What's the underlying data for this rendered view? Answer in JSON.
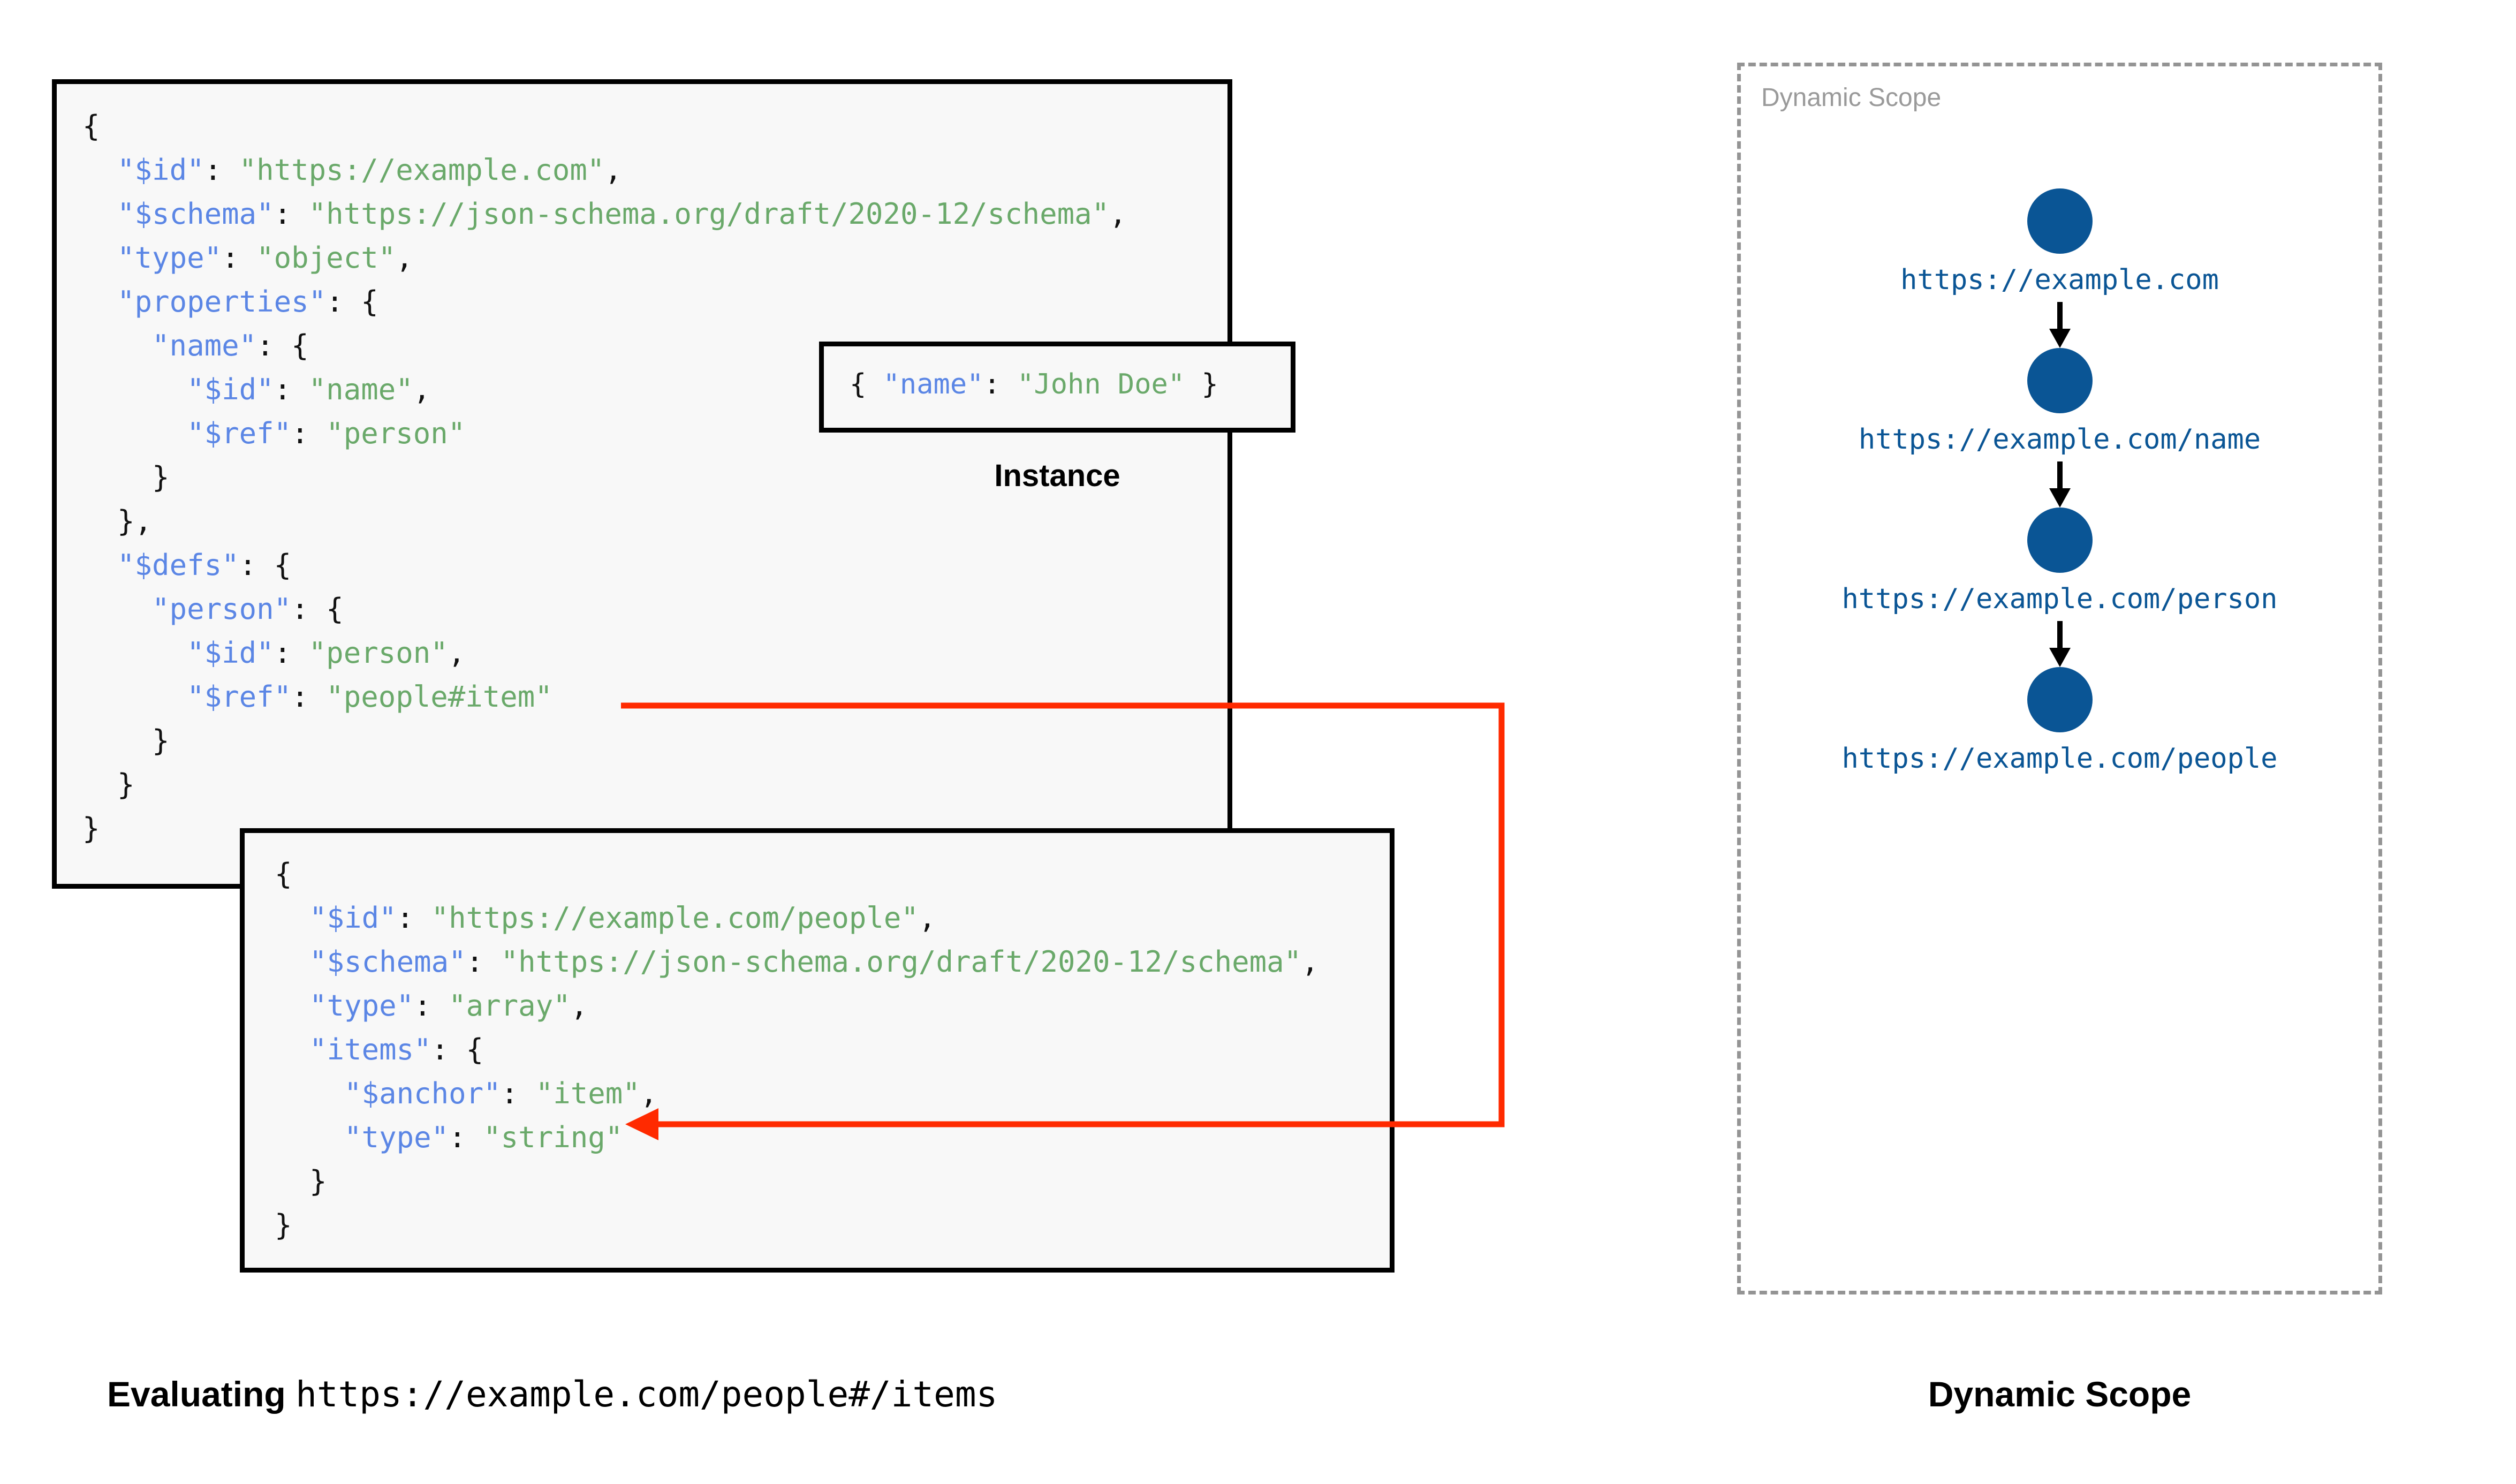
{
  "schema_box": {
    "name": "root-schema",
    "lines": [
      [
        {
          "t": "{",
          "c": "p"
        }
      ],
      [
        {
          "t": "  ",
          "c": "p"
        },
        {
          "t": "\"$id\"",
          "c": "k"
        },
        {
          "t": ": ",
          "c": "p"
        },
        {
          "t": "\"https://example.com\"",
          "c": "s"
        },
        {
          "t": ",",
          "c": "p"
        }
      ],
      [
        {
          "t": "  ",
          "c": "p"
        },
        {
          "t": "\"$schema\"",
          "c": "k"
        },
        {
          "t": ": ",
          "c": "p"
        },
        {
          "t": "\"https://json-schema.org/draft/2020-12/schema\"",
          "c": "s"
        },
        {
          "t": ",",
          "c": "p"
        }
      ],
      [
        {
          "t": "  ",
          "c": "p"
        },
        {
          "t": "\"type\"",
          "c": "k"
        },
        {
          "t": ": ",
          "c": "p"
        },
        {
          "t": "\"object\"",
          "c": "s"
        },
        {
          "t": ",",
          "c": "p"
        }
      ],
      [
        {
          "t": "  ",
          "c": "p"
        },
        {
          "t": "\"properties\"",
          "c": "k"
        },
        {
          "t": ": {",
          "c": "p"
        }
      ],
      [
        {
          "t": "    ",
          "c": "p"
        },
        {
          "t": "\"name\"",
          "c": "k"
        },
        {
          "t": ": {",
          "c": "p"
        }
      ],
      [
        {
          "t": "      ",
          "c": "p"
        },
        {
          "t": "\"$id\"",
          "c": "k"
        },
        {
          "t": ": ",
          "c": "p"
        },
        {
          "t": "\"name\"",
          "c": "s"
        },
        {
          "t": ",",
          "c": "p"
        }
      ],
      [
        {
          "t": "      ",
          "c": "p"
        },
        {
          "t": "\"$ref\"",
          "c": "k"
        },
        {
          "t": ": ",
          "c": "p"
        },
        {
          "t": "\"person\"",
          "c": "s"
        }
      ],
      [
        {
          "t": "    }",
          "c": "p"
        }
      ],
      [
        {
          "t": "  },",
          "c": "p"
        }
      ],
      [
        {
          "t": "  ",
          "c": "p"
        },
        {
          "t": "\"$defs\"",
          "c": "k"
        },
        {
          "t": ": {",
          "c": "p"
        }
      ],
      [
        {
          "t": "    ",
          "c": "p"
        },
        {
          "t": "\"person\"",
          "c": "k"
        },
        {
          "t": ": {",
          "c": "p"
        }
      ],
      [
        {
          "t": "      ",
          "c": "p"
        },
        {
          "t": "\"$id\"",
          "c": "k"
        },
        {
          "t": ": ",
          "c": "p"
        },
        {
          "t": "\"person\"",
          "c": "s"
        },
        {
          "t": ",",
          "c": "p"
        }
      ],
      [
        {
          "t": "      ",
          "c": "p"
        },
        {
          "t": "\"$ref\"",
          "c": "k"
        },
        {
          "t": ": ",
          "c": "p"
        },
        {
          "t": "\"people#item\"",
          "c": "s"
        }
      ],
      [
        {
          "t": "    }",
          "c": "p"
        }
      ],
      [
        {
          "t": "  }",
          "c": "p"
        }
      ],
      [
        {
          "t": "}",
          "c": "p"
        }
      ]
    ]
  },
  "instance_box": {
    "label": "Instance",
    "lines": [
      [
        {
          "t": "{ ",
          "c": "p"
        },
        {
          "t": "\"name\"",
          "c": "k"
        },
        {
          "t": ": ",
          "c": "p"
        },
        {
          "t": "\"John Doe\"",
          "c": "s"
        },
        {
          "t": " }",
          "c": "p"
        }
      ]
    ]
  },
  "people_box": {
    "name": "people-schema",
    "lines": [
      [
        {
          "t": "{",
          "c": "p"
        }
      ],
      [
        {
          "t": "  ",
          "c": "p"
        },
        {
          "t": "\"$id\"",
          "c": "k"
        },
        {
          "t": ": ",
          "c": "p"
        },
        {
          "t": "\"https://example.com/people\"",
          "c": "s"
        },
        {
          "t": ",",
          "c": "p"
        }
      ],
      [
        {
          "t": "  ",
          "c": "p"
        },
        {
          "t": "\"$schema\"",
          "c": "k"
        },
        {
          "t": ": ",
          "c": "p"
        },
        {
          "t": "\"https://json-schema.org/draft/2020-12/schema\"",
          "c": "s"
        },
        {
          "t": ",",
          "c": "p"
        }
      ],
      [
        {
          "t": "  ",
          "c": "p"
        },
        {
          "t": "\"type\"",
          "c": "k"
        },
        {
          "t": ": ",
          "c": "p"
        },
        {
          "t": "\"array\"",
          "c": "s"
        },
        {
          "t": ",",
          "c": "p"
        }
      ],
      [
        {
          "t": "  ",
          "c": "p"
        },
        {
          "t": "\"items\"",
          "c": "k"
        },
        {
          "t": ": {",
          "c": "p"
        }
      ],
      [
        {
          "t": "    ",
          "c": "p"
        },
        {
          "t": "\"$anchor\"",
          "c": "k"
        },
        {
          "t": ": ",
          "c": "p"
        },
        {
          "t": "\"item\"",
          "c": "s"
        },
        {
          "t": ",",
          "c": "p"
        }
      ],
      [
        {
          "t": "    ",
          "c": "p"
        },
        {
          "t": "\"type\"",
          "c": "k"
        },
        {
          "t": ": ",
          "c": "p"
        },
        {
          "t": "\"string\"",
          "c": "s"
        }
      ],
      [
        {
          "t": "  }",
          "c": "p"
        }
      ],
      [
        {
          "t": "}",
          "c": "p"
        }
      ]
    ]
  },
  "connector": {
    "name": "ref-to-anchor-arrow",
    "color": "#ff2a00"
  },
  "captions": {
    "evaluating_prefix": "Evaluating ",
    "evaluating_target": "https://example.com/people#/items",
    "dynamic_scope": "Dynamic Scope"
  },
  "scope_panel": {
    "label": "Dynamic Scope",
    "node_color": "#0a5595",
    "border_color": "#949494",
    "nodes": [
      {
        "url": "https://example.com"
      },
      {
        "url": "https://example.com/name"
      },
      {
        "url": "https://example.com/person"
      },
      {
        "url": "https://example.com/people"
      }
    ]
  }
}
